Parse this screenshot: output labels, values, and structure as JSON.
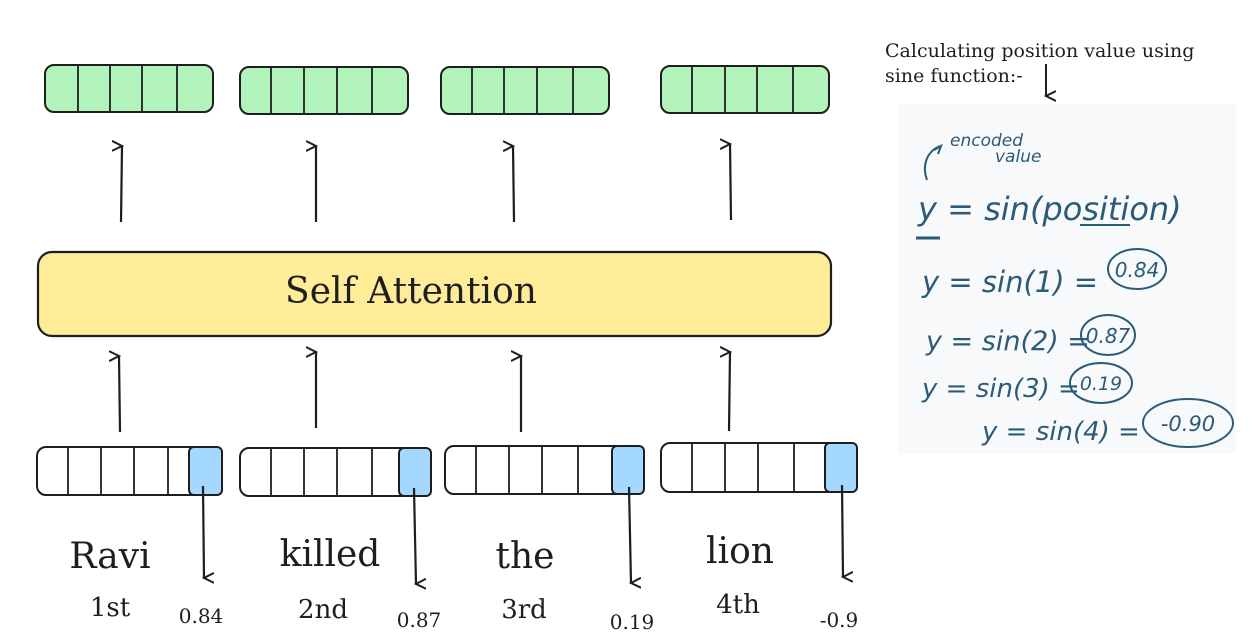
{
  "self_attention_label": "Self Attention",
  "output_vector_count": 4,
  "tokens": [
    {
      "word": "Ravi",
      "position": "1st",
      "value": "0.84"
    },
    {
      "word": "killed",
      "position": "2nd",
      "value": "0.87"
    },
    {
      "word": "the",
      "position": "3rd",
      "value": "0.19"
    },
    {
      "word": "lion",
      "position": "4th",
      "value": "-0.9"
    }
  ],
  "note": {
    "heading_line1": "Calculating position value using",
    "heading_line2": "sine function:-",
    "annotation_line1": "encoded",
    "annotation_line2": "value",
    "formula": "y = sin(position)",
    "equations": [
      {
        "lhs": "y = sin(1) =",
        "result": "0.84"
      },
      {
        "lhs": "y = sin(2) =",
        "result": "0.87"
      },
      {
        "lhs": "y = sin(3) =",
        "result": "0.19"
      },
      {
        "lhs": "y = sin(4) =",
        "result": "-0.90"
      }
    ]
  },
  "colors": {
    "output_vector": "#b2f2bb",
    "attention_block": "#ffec99",
    "position_cell": "#a5d8ff",
    "stroke": "#1e1e1e",
    "handwriting": "#2c5b78"
  }
}
